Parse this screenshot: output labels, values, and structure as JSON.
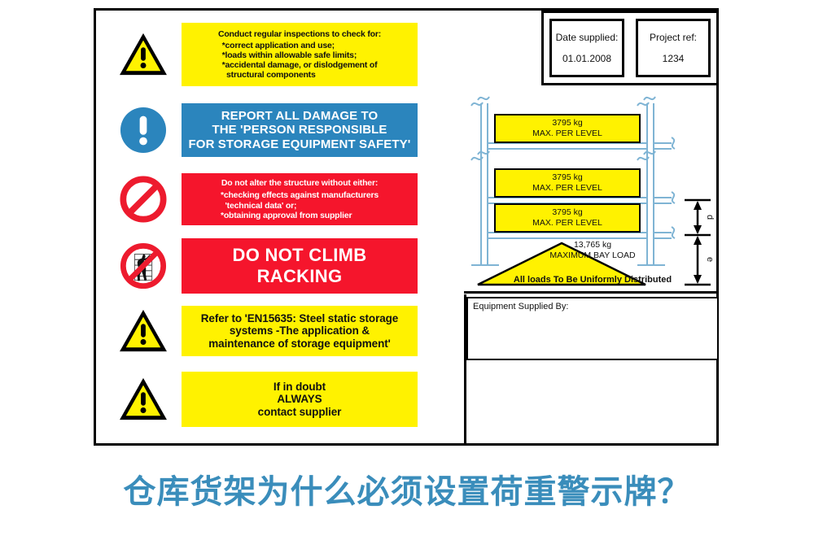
{
  "caption": "仓库货架为什么必须设置荷重警示牌？",
  "header": {
    "date_label": "Date supplied:",
    "date_value": "01.01.2008",
    "project_label": "Project ref:",
    "project_value": "1234"
  },
  "rows": [
    {
      "icon": "warning-triangle-icon",
      "style": "yellow",
      "title": "Conduct regular inspections to check for:",
      "bullets": [
        "*correct application and use;",
        "*loads within allowable safe limits;",
        "*accidental damage, or dislodgement of",
        "  structural components"
      ]
    },
    {
      "icon": "mandatory-exclamation-circle-icon",
      "style": "blue",
      "lines": [
        "REPORT ALL DAMAGE TO",
        "THE 'PERSON RESPONSIBLE",
        "FOR STORAGE EQUIPMENT SAFETY'"
      ]
    },
    {
      "icon": "prohibition-circle-icon",
      "style": "red",
      "title": "Do not alter the structure without either:",
      "bullets": [
        "*checking effects against manufacturers",
        "  'technical data' or;",
        "*obtaining approval from supplier"
      ]
    },
    {
      "icon": "no-climbing-racking-icon",
      "style": "red",
      "lines": [
        "DO NOT CLIMB",
        "RACKING"
      ]
    },
    {
      "icon": "warning-triangle-icon",
      "style": "yellow",
      "lines": [
        "Refer to 'EN15635: Steel static storage",
        "systems -The application &",
        "maintenance of storage equipment'"
      ]
    },
    {
      "icon": "warning-triangle-icon",
      "style": "yellow",
      "lines": [
        "If in doubt",
        "ALWAYS",
        "contact supplier"
      ]
    }
  ],
  "rack": {
    "levels": [
      {
        "weight": "3795 kg",
        "note": "MAX. PER LEVEL"
      },
      {
        "weight": "3795 kg",
        "note": "MAX. PER LEVEL"
      },
      {
        "weight": "3795 kg",
        "note": "MAX. PER LEVEL"
      }
    ],
    "bay_weight": "13,765 kg",
    "bay_note": "MAXIMUM BAY LOAD",
    "dimension_d": "d",
    "dimension_e": "e",
    "uniform_note": "All loads To Be Uniformly Distributed",
    "equipment_label": "Equipment Supplied By:"
  },
  "colors": {
    "yellow": "#fff200",
    "blue": "#2b85bd",
    "red": "#f5152c",
    "rack_frame": "#7fb4d4",
    "caption": "#3a8dbb"
  }
}
